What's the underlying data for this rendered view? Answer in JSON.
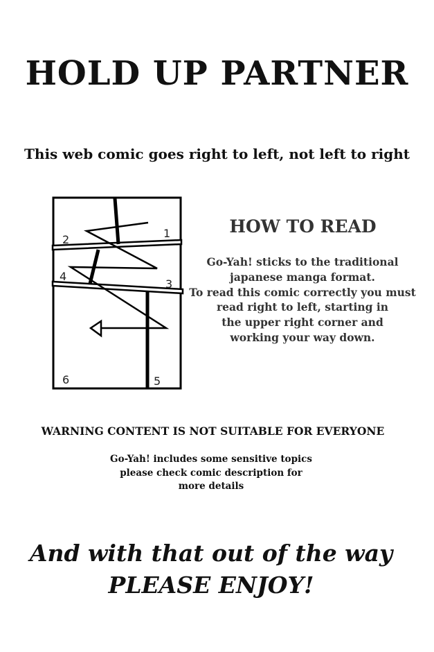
{
  "title": "HOLD UP PARTNER",
  "subtitle": "This web comic goes right to left, not left to right",
  "diagram": {
    "panel_numbers": [
      "1",
      "2",
      "3",
      "4",
      "5",
      "6"
    ]
  },
  "how_to": {
    "heading": "HOW TO READ",
    "lines": [
      "Go-Yah! sticks to the traditional",
      "japanese manga format.",
      "To read this comic correctly you must",
      "read right to left, starting in",
      "the upper right corner and",
      "working your way down."
    ]
  },
  "warning": {
    "heading": "WARNING CONTENT IS NOT SUITABLE FOR EVERYONE",
    "lines": [
      "Go-Yah! includes some sensitive topics",
      "please check comic description for",
      "more details"
    ]
  },
  "closing": {
    "line1": "And with that out of the way",
    "line2": "PLEASE ENJOY!"
  }
}
